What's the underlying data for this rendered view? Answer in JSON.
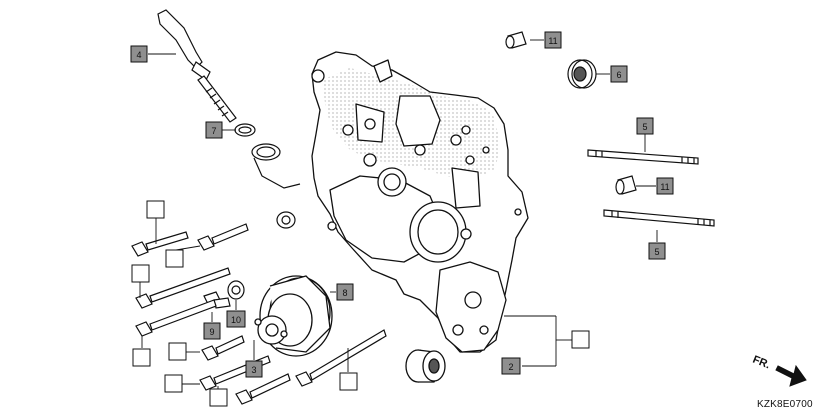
{
  "diagram": {
    "code": "KZK8E0700",
    "direction_label": "FR.",
    "callouts": [
      {
        "id": "c4",
        "label": "4",
        "filled": true
      },
      {
        "id": "c11a",
        "label": "11",
        "filled": true
      },
      {
        "id": "c6",
        "label": "6",
        "filled": true
      },
      {
        "id": "c7",
        "label": "7",
        "filled": true
      },
      {
        "id": "c5a",
        "label": "5",
        "filled": true
      },
      {
        "id": "c11b",
        "label": "11",
        "filled": true
      },
      {
        "id": "c5b",
        "label": "5",
        "filled": true
      },
      {
        "id": "c8",
        "label": "8",
        "filled": true
      },
      {
        "id": "c9",
        "label": "9",
        "filled": true
      },
      {
        "id": "c10",
        "label": "10",
        "filled": true
      },
      {
        "id": "c3",
        "label": "3",
        "filled": true
      },
      {
        "id": "c2",
        "label": "2",
        "filled": true
      }
    ]
  },
  "colors": {
    "line": "#111111",
    "callout_fill": "#8f8f8f",
    "hatch": "#9a9a9a"
  }
}
